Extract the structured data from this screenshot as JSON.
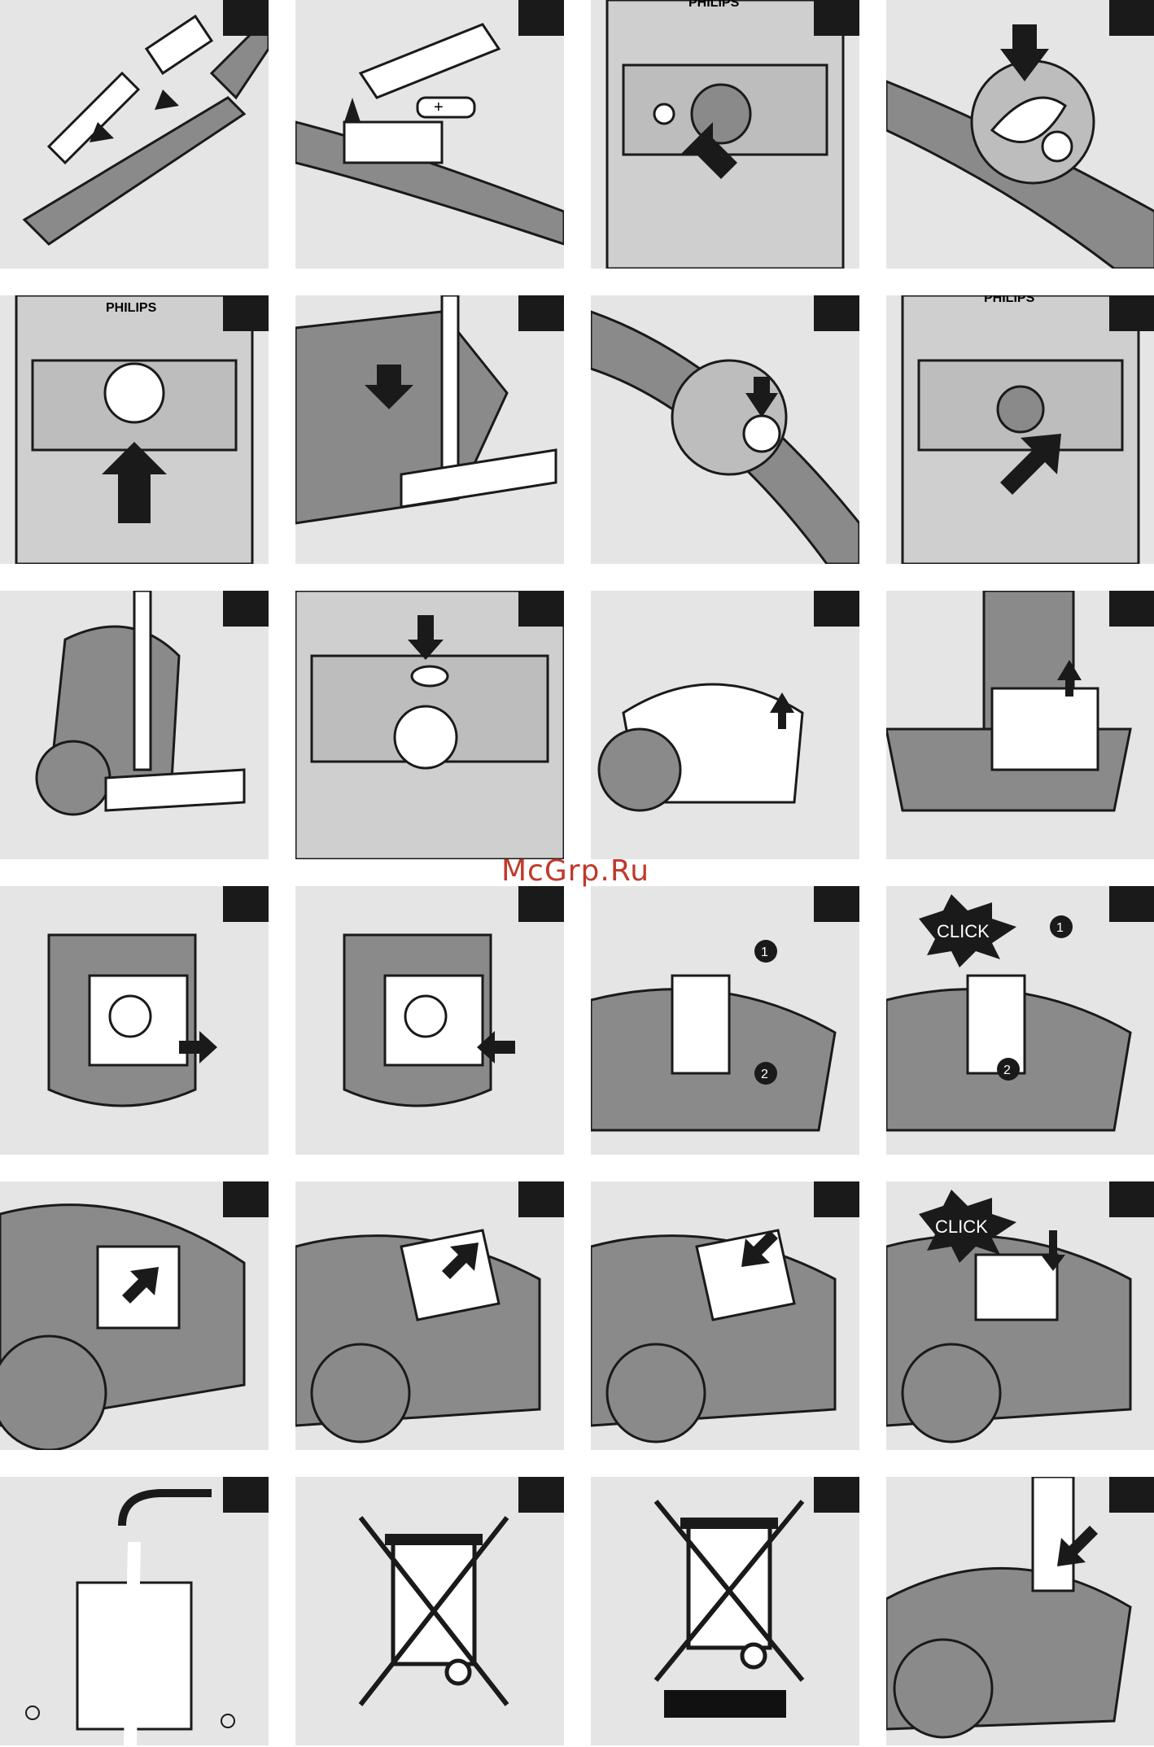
{
  "document": {
    "brand": "PHILIPS",
    "click_label": "CLICK",
    "step_one": "1",
    "step_two": "2",
    "plus_sign": "+",
    "minus_sign": "–",
    "watermark": "McGrp.Ru"
  },
  "colors": {
    "panel_background": "#e5e5e5",
    "line_art": "#1a1a1a",
    "machine_gray": "#8a8a8a",
    "watermark": "#c0392b"
  },
  "icons": {
    "recycle_bin": "crossed-out-wheelie-bin-icon",
    "power": "power-icon",
    "arrow": "arrow-icon"
  }
}
